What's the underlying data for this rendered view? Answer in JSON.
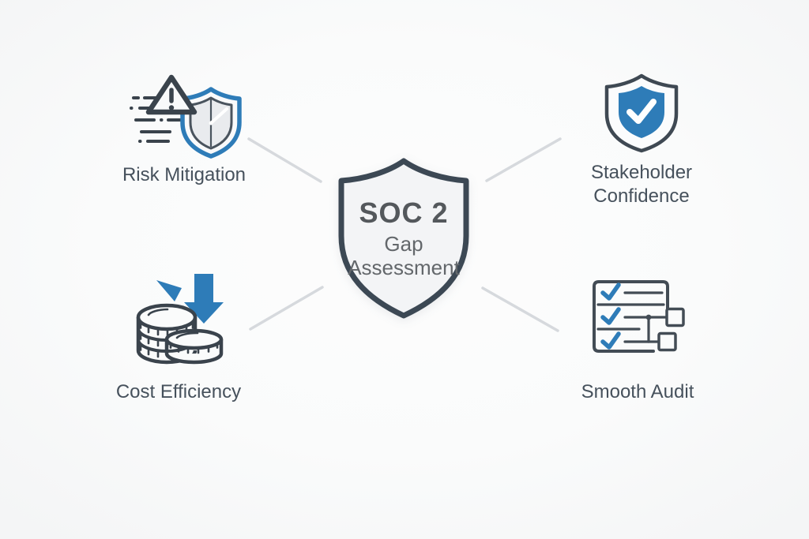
{
  "diagram": {
    "center": {
      "title": "SOC 2",
      "subtitle_line1": "Gap",
      "subtitle_line2": "Assessment"
    },
    "benefits": [
      {
        "label": "Risk Mitigation",
        "position": "top-left",
        "icon": "speeding-warning-shield-icon"
      },
      {
        "label": "Stakeholder Confidence",
        "position": "top-right",
        "icon": "shield-check-icon"
      },
      {
        "label": "Cost Efficiency",
        "position": "bottom-left",
        "icon": "coins-arrow-down-icon"
      },
      {
        "label": "Smooth Audit",
        "position": "bottom-right",
        "icon": "checklist-flowchart-icon"
      }
    ],
    "colors": {
      "accent_blue": "#2e7cb8",
      "dark_slate": "#3e4851",
      "label_text": "#46515c",
      "connector_line": "#d6d9dd",
      "shield_fill": "#f3f4f6"
    }
  }
}
